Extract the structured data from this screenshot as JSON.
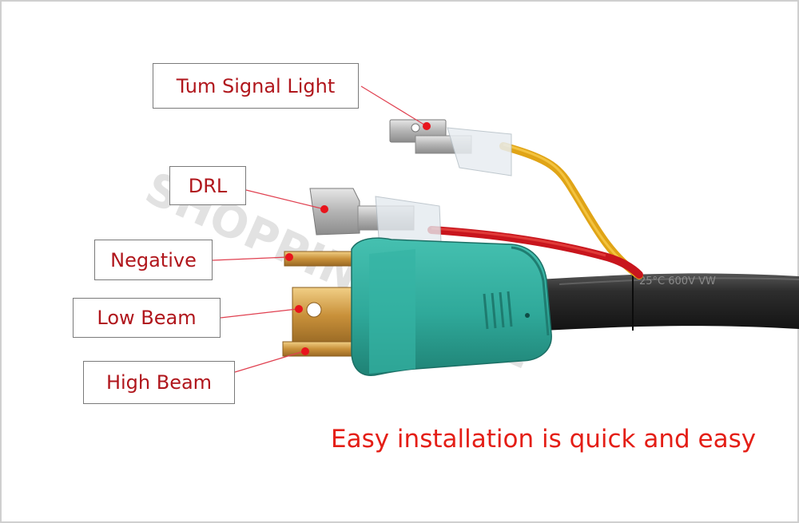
{
  "labels": {
    "turn_signal": "Tum Signal Light",
    "drl": "DRL",
    "negative": "Negative",
    "low_beam": "Low Beam",
    "high_beam": "High Beam"
  },
  "caption": "Easy installation is quick and easy",
  "colors": {
    "label_text": "#b0161c",
    "caption_text": "#e41e16",
    "pointer_dot": "#e8141c",
    "connector": "#2fa99a",
    "wire_yellow": "#f2b51c",
    "wire_red": "#c8151d",
    "cable": "#2a2a2a"
  },
  "watermark": "SHOPPING MALL"
}
